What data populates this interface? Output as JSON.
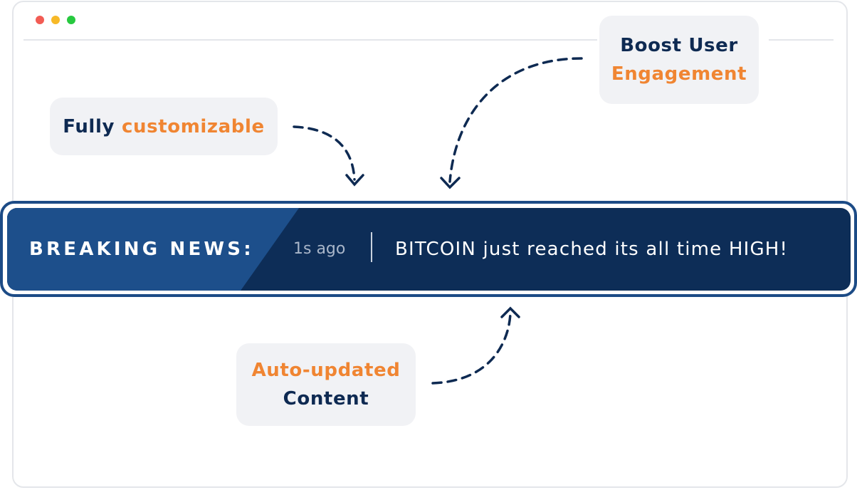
{
  "window": {
    "controls": [
      {
        "name": "close",
        "color": "#f25c54"
      },
      {
        "name": "minimize",
        "color": "#f7b928"
      },
      {
        "name": "maximize",
        "color": "#27c93f"
      }
    ]
  },
  "callouts": {
    "fully_customizable": {
      "plain": "Fully",
      "accent": "customizable"
    },
    "boost_engagement": {
      "plain": "Boost User",
      "accent": "Engagement"
    },
    "auto_updated": {
      "accent": "Auto-updated",
      "plain": "Content"
    }
  },
  "ticker": {
    "label": "BREAKING NEWS:",
    "time": "1s ago",
    "headline": "BITCOIN just reached its all time HIGH!"
  },
  "colors": {
    "accent": "#f08532",
    "navy": "#0e2a52",
    "ticker_bg": "#0d2d57",
    "ticker_label_bg": "#1d4f8b",
    "callout_bg": "#f1f2f5"
  }
}
